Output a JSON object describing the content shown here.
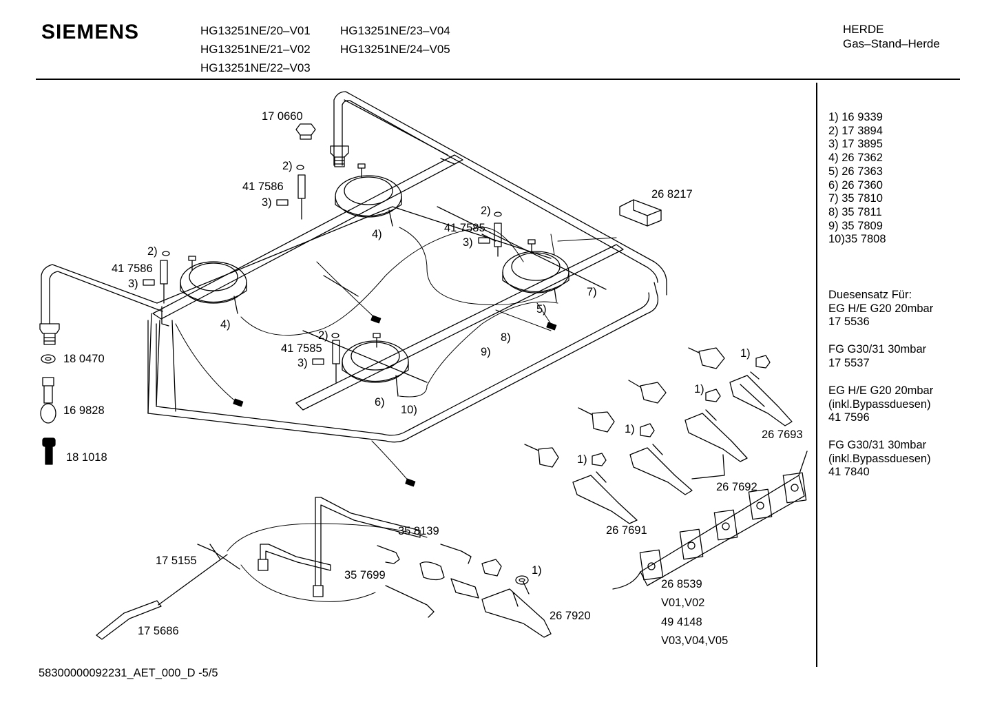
{
  "brand": "SIEMENS",
  "models": [
    "HG13251NE/20–V01",
    "HG13251NE/21–V02",
    "HG13251NE/22–V03",
    "HG13251NE/23–V04",
    "HG13251NE/24–V05"
  ],
  "category": {
    "line1": "HERDE",
    "line2": "Gas–Stand–Herde"
  },
  "legend": [
    "1) 16 9339",
    "2) 17 3894",
    "3) 17 3895",
    "4) 26 7362",
    "5) 26 7363",
    "6) 26 7360",
    "7) 35 7810",
    "8) 35 7811",
    "9) 35 7809",
    "10)35 7808"
  ],
  "nozzle_sets": {
    "title": "Duesensatz Für:",
    "items": [
      {
        "lines": [
          "EG H/E G20 20mbar",
          "17 5536"
        ]
      },
      {
        "lines": [
          "FG G30/31 30mbar",
          "17 5537"
        ]
      },
      {
        "lines": [
          "EG H/E G20 20mbar",
          "(inkl.Bypassduesen)",
          "41 7596"
        ]
      },
      {
        "lines": [
          "FG G30/31 30mbar",
          "(inkl.Bypassduesen)",
          "41 7840"
        ]
      }
    ]
  },
  "part_labels": {
    "p170660": "17 0660",
    "p417586a": "41 7586",
    "p417586b": "41 7586",
    "p417585a": "41 7585",
    "p417585b": "41 7585",
    "p268217": "26 8217",
    "p180470": "18 0470",
    "p169828": "16 9828",
    "p181018": "18 1018",
    "p267693": "26 7693",
    "p267692": "26 7692",
    "p267691": "26 7691",
    "p358139": "35 8139",
    "p357699": "35 7699",
    "p175155": "17 5155",
    "p175686": "17 5686",
    "p267920": "26 7920",
    "p268539": "26 8539",
    "v0102": "V01,V02",
    "p494148": "49 4148",
    "v030405": "V03,V04,V05"
  },
  "callouts": {
    "c1": "1)",
    "c2": "2)",
    "c3": "3)",
    "c4": "4)",
    "c5": "5)",
    "c6": "6)",
    "c7": "7)",
    "c8": "8)",
    "c9": "9)",
    "c10": "10)"
  },
  "footer": "58300000092231_AET_000_D -5/5"
}
